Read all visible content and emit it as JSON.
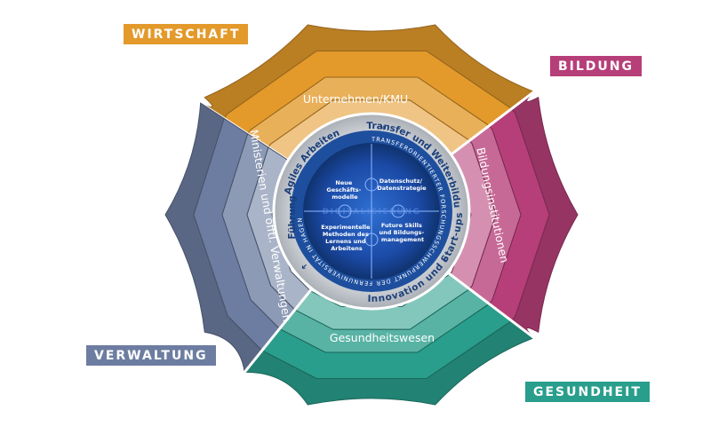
{
  "sectors": {
    "wirtschaft": {
      "tag": "WIRTSCHAFT",
      "label": "Unternehmen/KMU",
      "color": "#e39a2b"
    },
    "bildung": {
      "tag": "BILDUNG",
      "label": "Bildungsinstitutionen",
      "color": "#b73f79"
    },
    "gesundheit": {
      "tag": "GESUNDHEIT",
      "label": "Gesundheitswesen",
      "color": "#2a9e8c"
    },
    "verwaltung": {
      "tag": "VERWALTUNG",
      "label": "Ministerien und öfftl. Verwaltungen",
      "color": "#6d7da1"
    }
  },
  "ring": {
    "outer": [
      "Agiles Arbeiten",
      "Transfer und Weiterbildung",
      "Innovation und Start-ups",
      "Führung"
    ],
    "inner": "TRANSFERORIENTIERTER FORSCHUNGSSCHWERPUNKT DER FERNUNIVERSITÄT IN HAGEN"
  },
  "center": {
    "watermark": "DIGITALISIERUNG",
    "pieces": {
      "tl": [
        "Neue",
        "Geschäfts-",
        "modelle"
      ],
      "tr": [
        "Datenschutz/",
        "Datenstrategie"
      ],
      "bl": [
        "Experimentelle",
        "Methoden des",
        "Lernens und",
        "Arbeitens"
      ],
      "br": [
        "Future Skills",
        "und Bildungs-",
        "management"
      ]
    }
  }
}
